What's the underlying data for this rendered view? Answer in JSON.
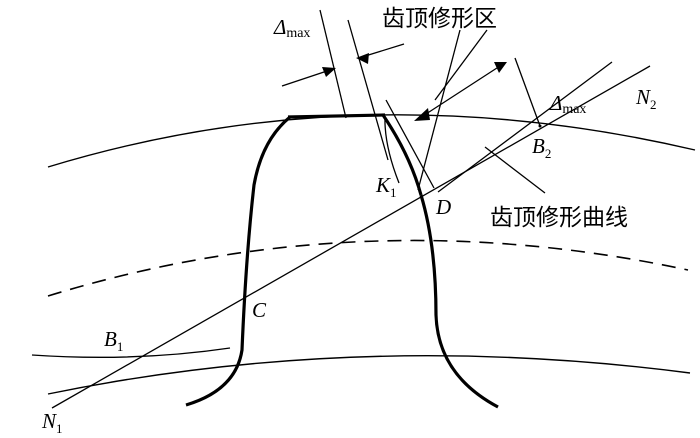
{
  "labels": {
    "delta_top": {
      "main": "Δ",
      "sub": "max"
    },
    "delta_right": {
      "main": "Δ",
      "sub": "max"
    },
    "zone": "齿顶修形区",
    "curve": "齿顶修形曲线",
    "n2": {
      "main": "N",
      "sub": "2"
    },
    "n1": {
      "main": "N",
      "sub": "1"
    },
    "b2": {
      "main": "B",
      "sub": "2"
    },
    "b1": {
      "main": "B",
      "sub": "1"
    },
    "k1": {
      "main": "K",
      "sub": "1"
    },
    "d": "D",
    "c": "C"
  }
}
